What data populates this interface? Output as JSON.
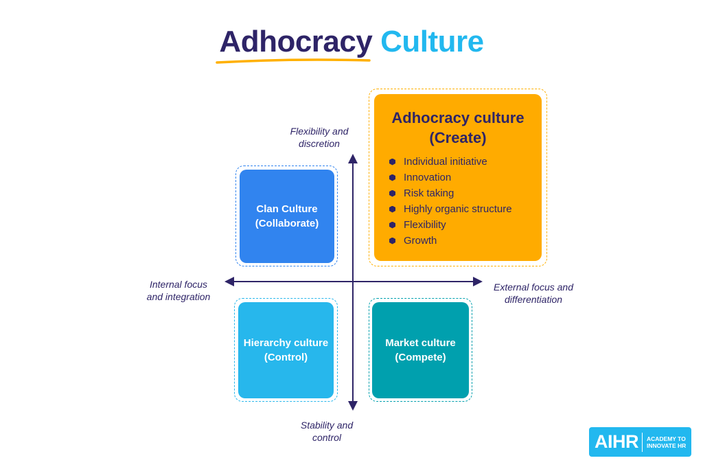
{
  "header": {
    "title_word1": "Adhocracy",
    "title_word2": "Culture",
    "title_color1": "#2e2467",
    "title_color2": "#22b8ef",
    "underline_color": "#ffb000"
  },
  "axes": {
    "top": "Flexibility and discretion",
    "top_line1": "Flexibility and",
    "top_line2": "discretion",
    "bottom_line1": "Stability and",
    "bottom_line2": "control",
    "left_line1": "Internal focus",
    "left_line2": "and integration",
    "right_line1": "External focus and",
    "right_line2": "differentiation",
    "color": "#2e2467"
  },
  "quadrants": {
    "clan": {
      "line1": "Clan Culture",
      "line2": "(Collaborate)",
      "color": "#3184ef"
    },
    "adhocracy": {
      "line1": "Adhocracy culture",
      "line2": "(Create)",
      "color": "#ffab00",
      "items": [
        "Individual initiative",
        "Innovation",
        "Risk taking",
        "Highly organic structure",
        "Flexibility",
        "Growth"
      ]
    },
    "hierarchy": {
      "line1": "Hierarchy culture",
      "line2": "(Control)",
      "color": "#27b7ec"
    },
    "market": {
      "line1": "Market culture",
      "line2": "(Compete)",
      "color": "#00a0ae"
    }
  },
  "logo": {
    "main": "AIHR",
    "sub_line1": "ACADEMY TO",
    "sub_line2": "INNOVATE HR",
    "color": "#22b8ef"
  }
}
